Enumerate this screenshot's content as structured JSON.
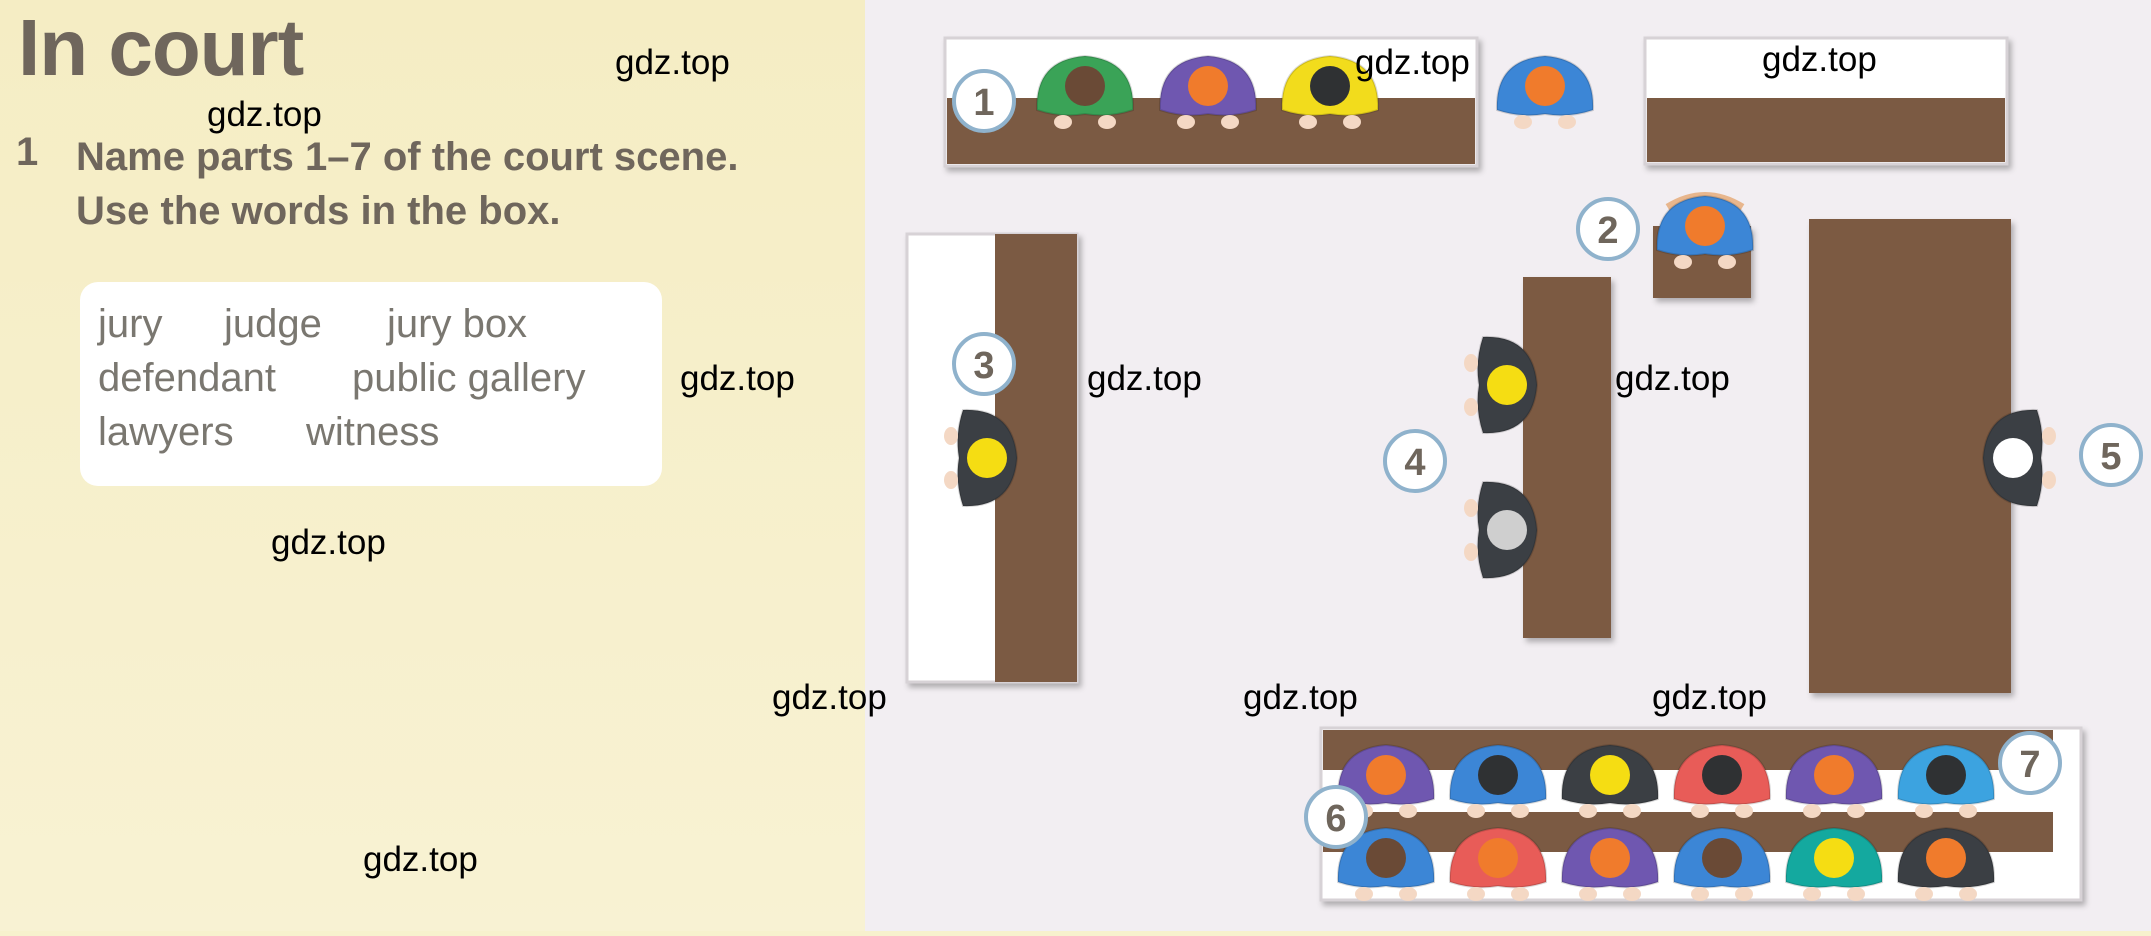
{
  "title": "In court",
  "task": {
    "number": "1",
    "line1": "Name parts 1–7 of the court scene.",
    "line2": "Use the words in the box."
  },
  "word_box": [
    "jury",
    "judge",
    "jury box",
    "defendant",
    "public gallery",
    "lawyers",
    "witness"
  ],
  "scene": {
    "labels": [
      "1",
      "2",
      "3",
      "4",
      "5",
      "6",
      "7"
    ]
  },
  "watermark": "gdz.top",
  "colors": {
    "wood": "#7b5a43",
    "person_colors": [
      "#3aa357",
      "#6f57b0",
      "#f2dc1c",
      "#3c86d6",
      "#e85c58",
      "#14a99f",
      "#3b3f44",
      "#ffffff"
    ],
    "head_colors": [
      "#6a4a36",
      "#f07b2c",
      "#2f3133",
      "#f5dd13",
      "#cfcfcf",
      "#ffffff"
    ]
  }
}
